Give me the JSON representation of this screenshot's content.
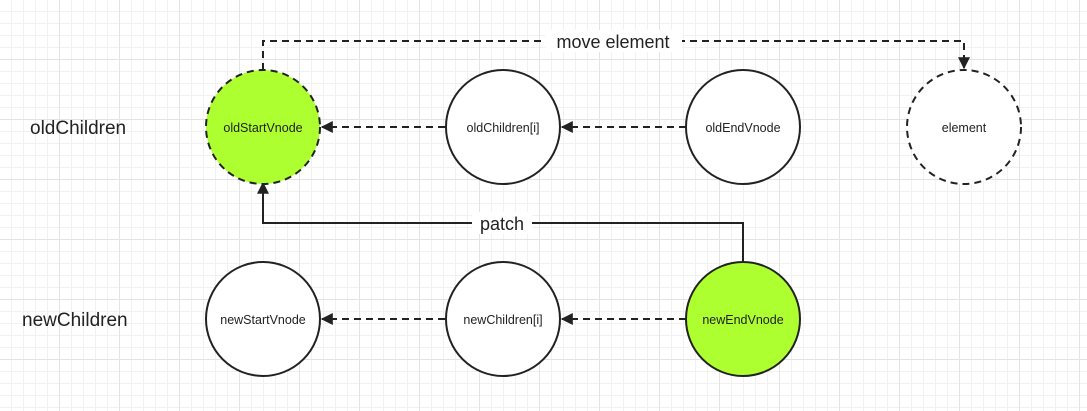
{
  "colors": {
    "highlight": "#adff2f",
    "default_fill": "#ffffff",
    "stroke": "#222222"
  },
  "rows": {
    "old_label": "oldChildren",
    "new_label": "newChildren"
  },
  "nodes": {
    "old_start": {
      "label": "oldStartVnode",
      "fill": "#adff2f",
      "border": "dashed"
    },
    "old_middle": {
      "label": "oldChildren[i]",
      "fill": "#ffffff",
      "border": "solid"
    },
    "old_end": {
      "label": "oldEndVnode",
      "fill": "#ffffff",
      "border": "solid"
    },
    "element": {
      "label": "element",
      "fill": "#ffffff",
      "border": "dashed"
    },
    "new_start": {
      "label": "newStartVnode",
      "fill": "#ffffff",
      "border": "solid"
    },
    "new_middle": {
      "label": "newChildren[i]",
      "fill": "#ffffff",
      "border": "solid"
    },
    "new_end": {
      "label": "newEndVnode",
      "fill": "#adff2f",
      "border": "solid"
    }
  },
  "edges": {
    "move": {
      "label": "move element",
      "from": "old_start",
      "to": "element",
      "style": "dashed"
    },
    "patch": {
      "label": "patch",
      "from": "new_end",
      "to": "old_start",
      "style": "solid"
    },
    "old_mid_to_start": {
      "from": "old_middle",
      "to": "old_start",
      "style": "dashed"
    },
    "old_end_to_mid": {
      "from": "old_end",
      "to": "old_middle",
      "style": "dashed"
    },
    "new_mid_to_start": {
      "from": "new_middle",
      "to": "new_start",
      "style": "dashed"
    },
    "new_end_to_mid": {
      "from": "new_end",
      "to": "new_middle",
      "style": "dashed"
    }
  }
}
